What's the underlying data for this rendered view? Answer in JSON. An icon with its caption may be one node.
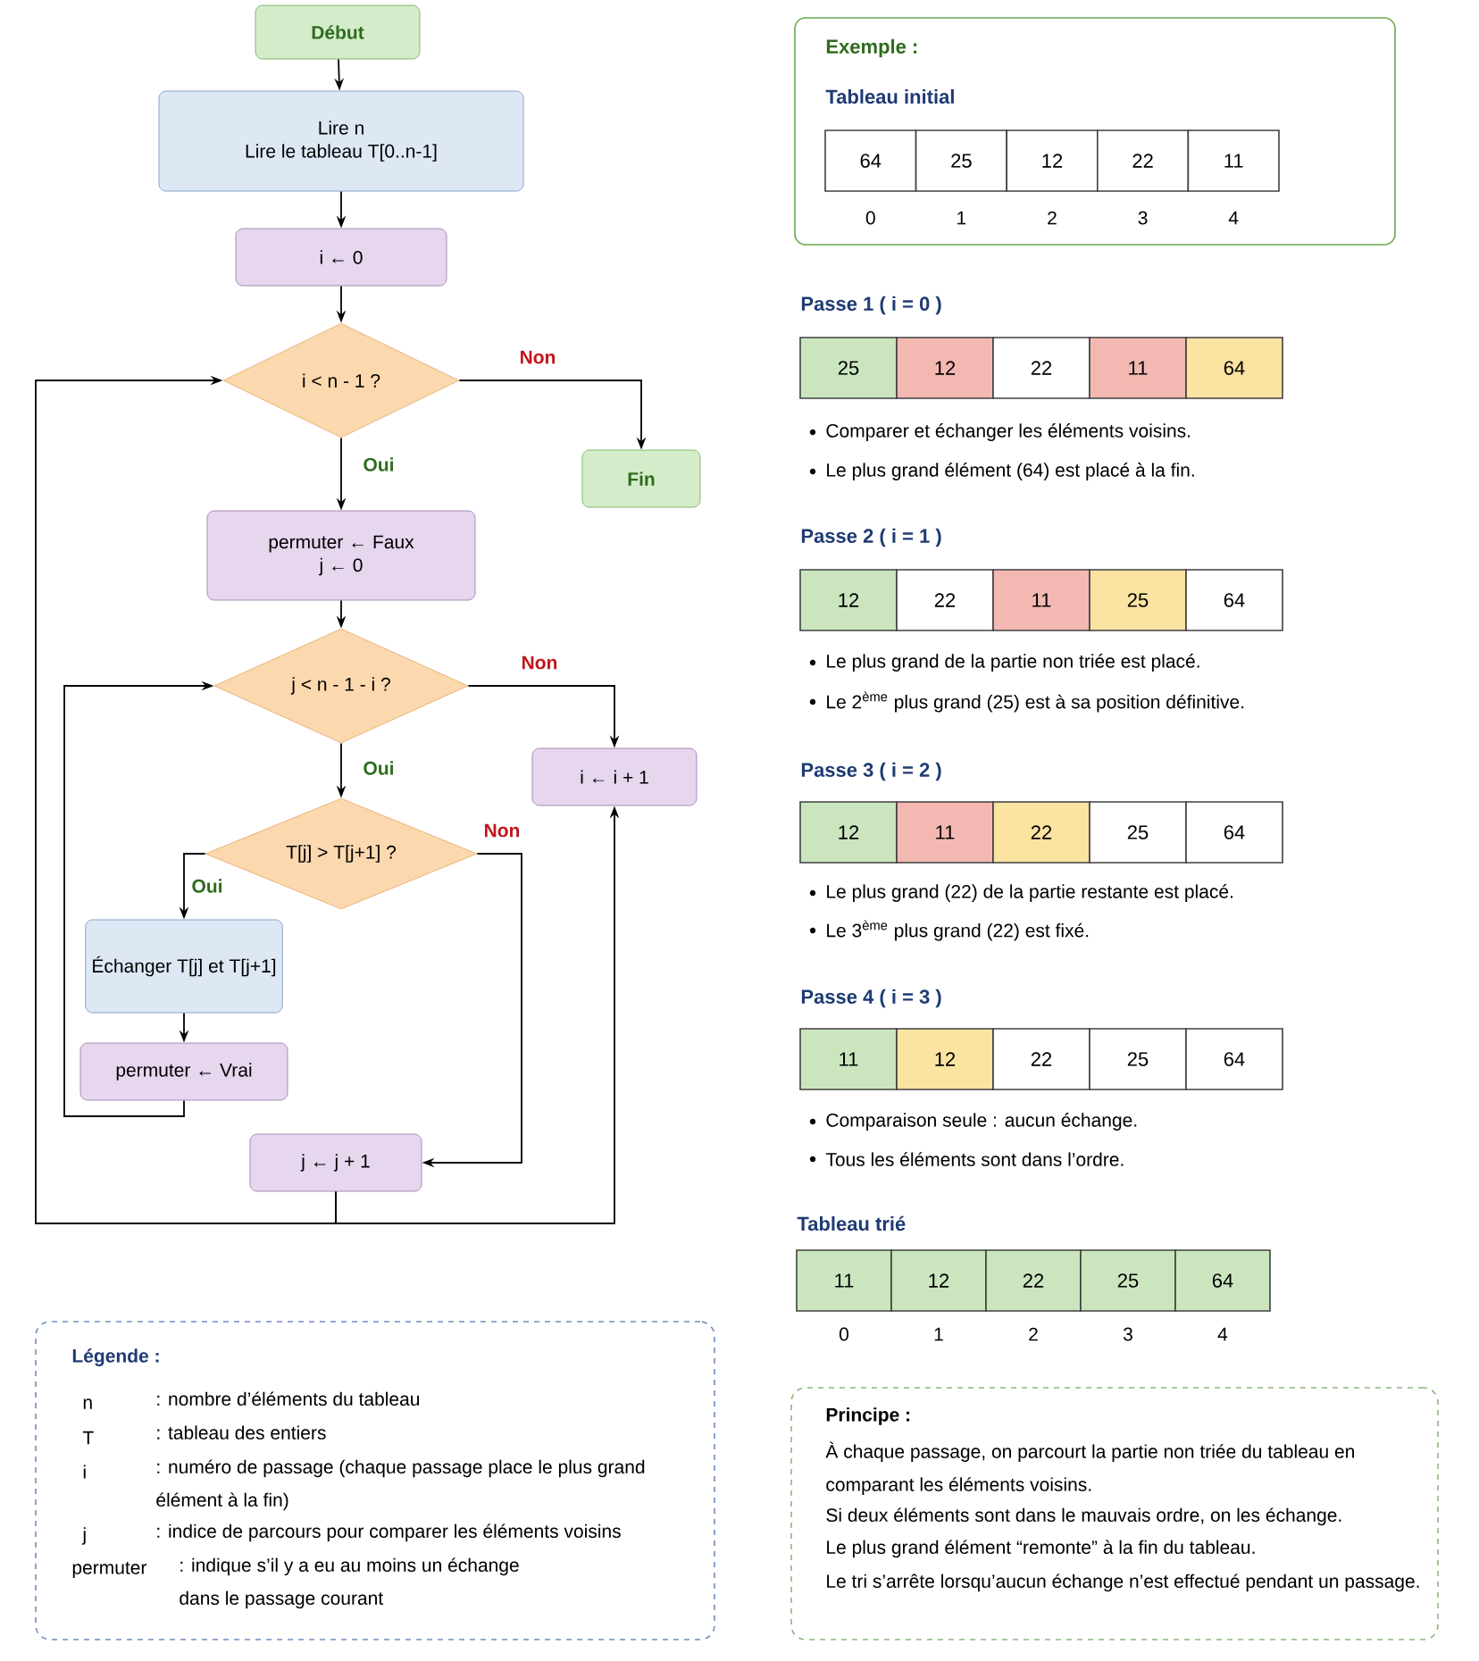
{
  "diagram": {
    "nodes": [
      {
        "text": [
          "Début"
        ]
      },
      {
        "text": [
          "Lire n",
          "Lire le tableau T[0..n-1]"
        ]
      },
      {
        "text": [
          "i ← 0"
        ]
      },
      {
        "text": [
          "i < n - 1 ?"
        ]
      },
      {
        "text": [
          "Fin"
        ]
      },
      {
        "text": [
          "permuter ← Faux",
          "j ← 0"
        ]
      },
      {
        "text": [
          "j < n - 1 - i ?"
        ]
      },
      {
        "text": [
          "i ← i + 1"
        ]
      },
      {
        "text": [
          "T[j] > T[j+1] ?"
        ]
      },
      {
        "text": [
          "Échanger T[j] et T[j+1]"
        ]
      },
      {
        "text": [
          "permuter ← Vrai"
        ]
      },
      {
        "text": [
          "j ← j + 1"
        ]
      },
      {
        "text": [
          "Exemple :",
          "Tableau initial"
        ]
      },
      {
        "text": [
          "Légende :",
          "n",
          ": nombre d’éléments du tableau",
          "T",
          ": tableau des entiers",
          "i",
          ": numéro de passage (chaque passage place le plus grand élément à la fin)",
          "j",
          ": indice de parcours pour comparer les éléments voisins",
          "permuter",
          ": indique s’il y a eu au moins un échange dans le passage courant"
        ]
      },
      {
        "text": [
          "Principe :",
          "À chaque passage, on parcourt la partie non triée du tableau en comparant les éléments voisins.",
          "Si deux éléments sont dans le mauvais ordre, on les échange.",
          "Le plus grand élément “remonte” à la fin du tableau.",
          "Le tri s’arrête lorsqu’aucun échange n’est effectué pendant un passage."
        ]
      }
    ],
    "edges": [
      {
        "from": 0,
        "to": 1,
        "arrow": "to"
      },
      {
        "from": 1,
        "to": 2,
        "arrow": "to"
      },
      {
        "from": 2,
        "to": 3,
        "arrow": "to"
      },
      {
        "from": 3,
        "to": 4,
        "arrow": "to",
        "label": "Non"
      },
      {
        "from": 3,
        "to": 5,
        "arrow": "to",
        "label": "Oui"
      },
      {
        "from": 5,
        "to": 6,
        "arrow": "to"
      },
      {
        "from": 6,
        "to": 7,
        "arrow": "to",
        "label": "Non"
      },
      {
        "from": 6,
        "to": 8,
        "arrow": "to",
        "label": "Oui"
      },
      {
        "from": 8,
        "to": 9,
        "arrow": "to",
        "label": "Oui"
      },
      {
        "from": 8,
        "to": 11,
        "arrow": "to",
        "label": "Non"
      },
      {
        "from": 9,
        "to": 10,
        "arrow": "to"
      },
      {
        "from": 10,
        "to": 6,
        "arrow": "to"
      },
      {
        "from": 11,
        "to": 7,
        "arrow": "to"
      },
      {
        "from": 11,
        "to": 3,
        "arrow": "to"
      }
    ],
    "labels": [
      "64",
      "25",
      "12",
      "22",
      "11",
      "0",
      "1",
      "2",
      "3",
      "4",
      "Passe 1 ( i = 0 )",
      "25",
      "12",
      "22",
      "11",
      "64",
      "Comparer et échanger les éléments voisins.",
      "Le plus grand élément (64) est placé à la fin.",
      "Passe 2 ( i = 1 )",
      "12",
      "22",
      "11",
      "25",
      "64",
      "Le plus grand de la partie non triée est placé.",
      "Le 2$^{ème}$ plus grand (25) est à sa position définitive.",
      "Passe 3 ( i = 2 )",
      "12",
      "11",
      "22",
      "25",
      "64",
      "Le plus grand (22) de la partie restante est placé.",
      "Le 3$^{ème}$ plus grand (22) est fixé.",
      "Passe 4 ( i = 3 )",
      "11",
      "12",
      "22",
      "25",
      "64",
      "Comparaison seule : aucun échange.",
      "Tous les éléments sont dans l’ordre.",
      "Tableau trié",
      "11",
      "12",
      "22",
      "25",
      "64",
      "0",
      "1",
      "2",
      "3",
      "4"
    ]
  }
}
